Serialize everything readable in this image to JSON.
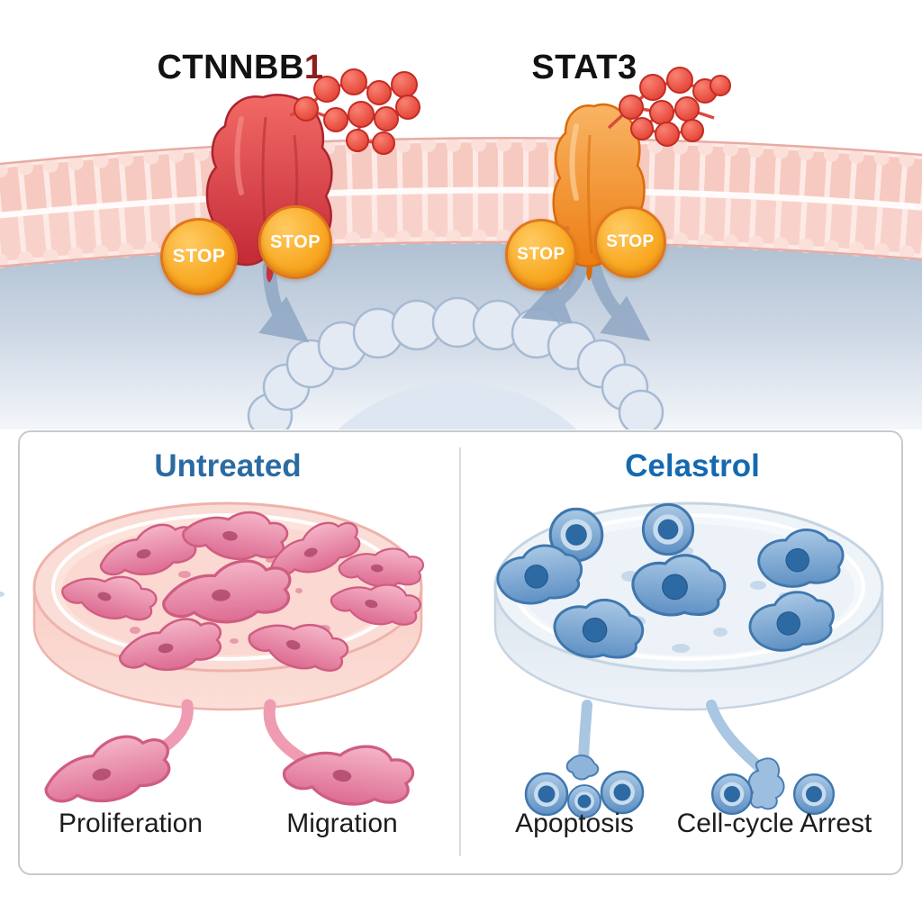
{
  "pathway": {
    "proteins": [
      {
        "label_black": "CTNNBB",
        "label_red": "1",
        "protein_color": "#d93a43",
        "icon": "red-receptor-protein"
      },
      {
        "label": "STAT3",
        "protein_color": "#f08a2c",
        "icon": "orange-receptor-protein"
      }
    ],
    "stop_badge_label": "STOP",
    "stop_badge_color": "#f6a21c",
    "phospho_cluster_color": "#e8453a",
    "membrane_color": "#f8d2cb",
    "cytoplasm_color": "#aabccf",
    "nucleus_color": "#dde6f1",
    "arrow_color": "#93aac6"
  },
  "comparison_panel": {
    "left": {
      "title": "Untreated",
      "title_color": "#2b6ba2",
      "dish_color": "#fbddd7",
      "cell_color": "#e27396",
      "outcomes": [
        "Proliferation",
        "Migration"
      ]
    },
    "right": {
      "title": "Celastrol",
      "title_color": "#1569b0",
      "dish_color": "#eff4f9",
      "cell_color": "#5b8ec4",
      "outcomes": [
        "Apoptosis",
        "Cell-cycle Arrest"
      ]
    }
  }
}
